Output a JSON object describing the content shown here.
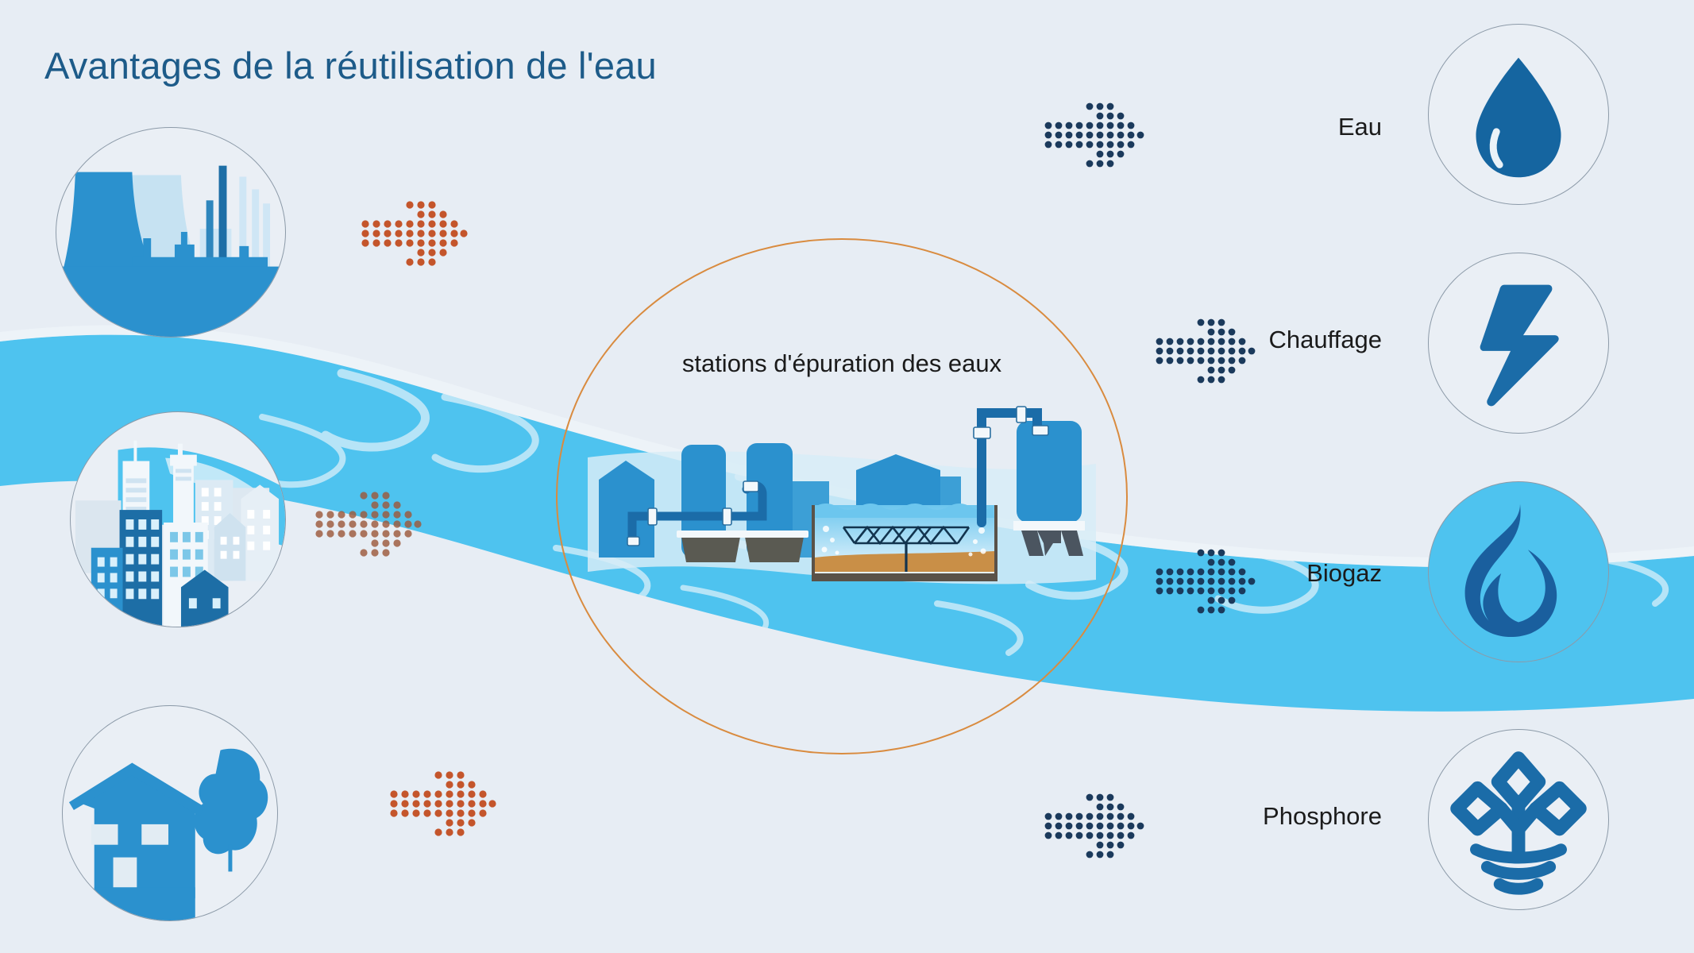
{
  "page": {
    "title": "Avantages de la réutilisation de l'eau",
    "background_color": "#e7edf4",
    "title_color": "#1d5b89",
    "river_color": "#4ec3ef",
    "accent_orange": "#d98b3f"
  },
  "sources": [
    {
      "name": "industry",
      "icon": "factory-cooling-tower-icon",
      "circle_fill": "#eaeff5"
    },
    {
      "name": "city",
      "icon": "city-skyline-icon",
      "circle_fill": "#eaeff5"
    },
    {
      "name": "household",
      "icon": "house-tree-icon",
      "circle_fill": "#eaeff5"
    }
  ],
  "center": {
    "label": "stations d'épuration des eaux",
    "ring_color": "#d98b3f",
    "illustration": "wastewater-treatment-plant-icon"
  },
  "outputs": [
    {
      "label": "Eau",
      "icon": "water-drop-icon",
      "icon_color": "#1565a0",
      "circle_fill": "#eaeff5"
    },
    {
      "label": "Chauffage",
      "icon": "lightning-bolt-icon",
      "icon_color": "#1b6ca8",
      "circle_fill": "#eaeff5"
    },
    {
      "label": "Biogaz",
      "icon": "flame-icon",
      "icon_color": "#1a5f9e",
      "circle_fill": "#4ec3ef"
    },
    {
      "label": "Phosphore",
      "icon": "plant-sprout-icon",
      "icon_color": "#1b6ca8",
      "circle_fill": "#eaeff5"
    }
  ],
  "arrows": {
    "inbound": [
      {
        "name": "arrow-industry-to-plant",
        "color": "#c4552b"
      },
      {
        "name": "arrow-city-to-plant",
        "color": "#a05a3c"
      },
      {
        "name": "arrow-household-to-plant",
        "color": "#c4552b"
      }
    ],
    "outbound": [
      {
        "name": "arrow-plant-to-eau",
        "color": "#1b3a5c"
      },
      {
        "name": "arrow-plant-to-chauffage",
        "color": "#1b3a5c"
      },
      {
        "name": "arrow-plant-to-biogaz",
        "color": "#1b3a5c"
      },
      {
        "name": "arrow-plant-to-phosphore",
        "color": "#1b3a5c"
      }
    ]
  }
}
